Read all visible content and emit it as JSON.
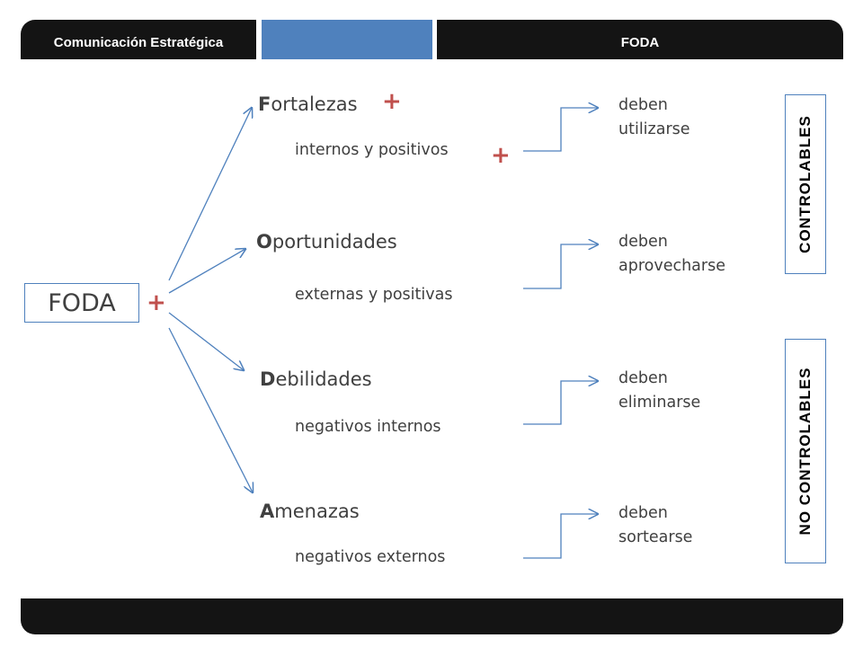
{
  "header": {
    "left_label": "Comunicación Estratégica",
    "right_label": "FODA"
  },
  "diagram": {
    "root": {
      "label": "FODA",
      "plus": "+"
    },
    "categories": [
      {
        "initial": "F",
        "rest": "ortalezas",
        "plus": "+",
        "desc": "internos y positivos",
        "desc_plus": "+",
        "verb_1": "deben",
        "verb_2": "utilizarse"
      },
      {
        "initial": "O",
        "rest": "portunidades",
        "desc": "externas y positivas",
        "verb_1": "deben",
        "verb_2": "aprovecharse"
      },
      {
        "initial": "D",
        "rest": "ebilidades",
        "desc": "negativos internos",
        "verb_1": "deben",
        "verb_2": "eliminarse"
      },
      {
        "initial": "A",
        "rest": "menazas",
        "desc": "negativos externos",
        "verb_1": "deben",
        "verb_2": "sortearse"
      }
    ],
    "side_labels": {
      "controllable": "CONTROLABLES",
      "not_controllable": "NO  CONTROLABLES"
    },
    "colors": {
      "accent": "#4f81bd",
      "plus": "#c0504d",
      "bar": "#141414",
      "text": "#404040"
    }
  }
}
